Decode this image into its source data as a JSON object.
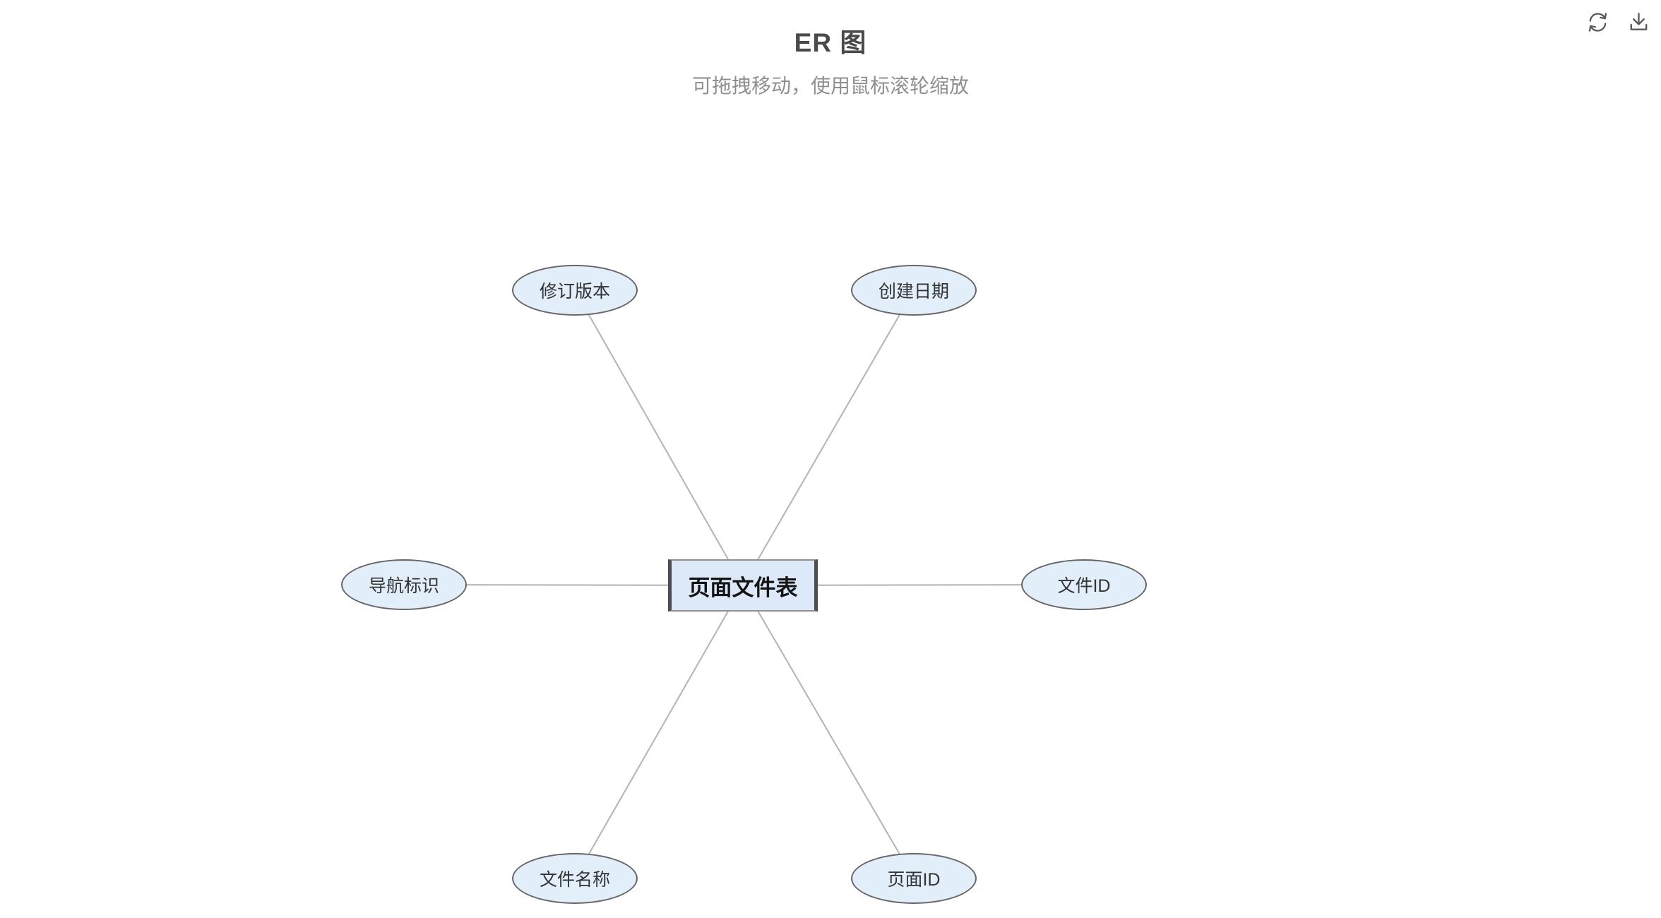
{
  "header": {
    "title": "ER 图",
    "subtitle": "可拖拽移动，使用鼠标滚轮缩放"
  },
  "toolbar": {
    "icons": [
      "refresh-icon",
      "download-icon"
    ]
  },
  "diagram": {
    "entity": {
      "label": "页面文件表",
      "shape": "rect"
    },
    "attributes": [
      {
        "label": "修订版本",
        "position": "top-left",
        "shape": "ellipse"
      },
      {
        "label": "创建日期",
        "position": "top-right",
        "shape": "ellipse"
      },
      {
        "label": "导航标识",
        "position": "left",
        "shape": "ellipse"
      },
      {
        "label": "文件ID",
        "position": "right",
        "shape": "ellipse"
      },
      {
        "label": "文件名称",
        "position": "bottom-left",
        "shape": "ellipse"
      },
      {
        "label": "页面ID",
        "position": "bottom-right",
        "shape": "ellipse"
      }
    ],
    "edges": [
      [
        "修订版本",
        "页面文件表"
      ],
      [
        "创建日期",
        "页面文件表"
      ],
      [
        "导航标识",
        "页面文件表"
      ],
      [
        "文件ID",
        "页面文件表"
      ],
      [
        "文件名称",
        "页面文件表"
      ],
      [
        "页面ID",
        "页面文件表"
      ]
    ],
    "colors": {
      "attribute_fill": "#e3eefb",
      "attribute_border": "#666666",
      "entity_fill": "#dde9f9",
      "entity_border_sides": "#4d4d4d",
      "entity_border_topbottom": "#8f8f8f",
      "edge_line": "#b3b3b3",
      "title_text": "#4a4a4a",
      "subtitle_text": "#8f8f8f",
      "node_text": "#333333",
      "icon_color": "#595959"
    }
  }
}
